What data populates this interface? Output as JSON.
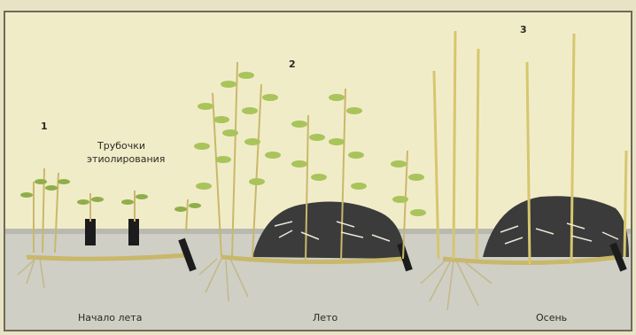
{
  "stages": [
    {
      "number": "1",
      "caption": "Начало лета"
    },
    {
      "number": "2",
      "caption": "Лето"
    },
    {
      "number": "3",
      "caption": "Осень"
    }
  ],
  "annotation": {
    "line1": "Трубочки",
    "line2": "этиолирования"
  },
  "colors": {
    "background": "#f1ecc8",
    "soil": "#c9c9c0",
    "mound": "#3a3b3a",
    "leaf": "#a9c45b",
    "stem": "#d6c66e",
    "root": "#c4b887"
  }
}
